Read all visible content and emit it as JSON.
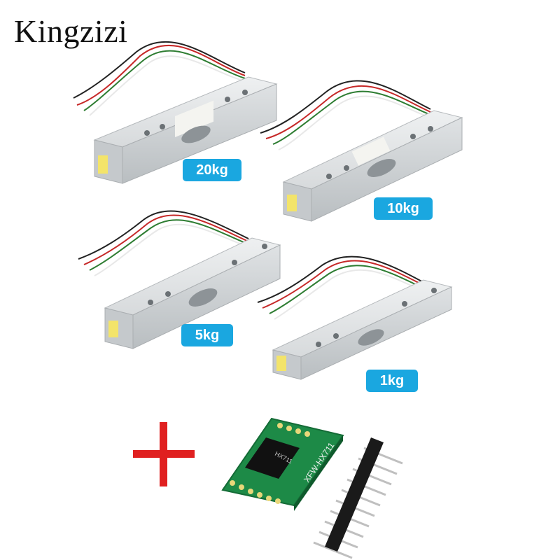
{
  "brand": {
    "name": "Kingzizi"
  },
  "load_cells": [
    {
      "capacity": "20kg"
    },
    {
      "capacity": "10kg"
    },
    {
      "capacity": "5kg"
    },
    {
      "capacity": "1kg"
    }
  ],
  "module": {
    "name": "HX711",
    "silk_label": "XFW-HX711",
    "chip_label": "HX711"
  },
  "colors": {
    "badge": "#1aa7e0",
    "plus": "#e02020",
    "pcb": "#1d8a47",
    "aluminum": "#cfd3d6"
  }
}
